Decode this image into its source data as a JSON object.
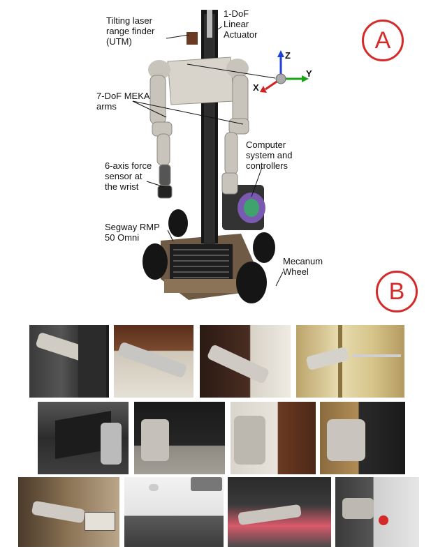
{
  "panel_labels": {
    "a": "A",
    "b": "B"
  },
  "labels": {
    "laser": "Tilting laser\nrange finder\n(UTM)",
    "actuator": "1-DoF\nLinear\nActuator",
    "arms": "7-DoF MEKA\narms",
    "computer": "Computer\nsystem and\ncontrollers",
    "force": "6-axis force\nsensor at\nthe wrist",
    "segway": "Segway RMP\n50 Omni",
    "mecanum": "Mecanum\nWheel"
  },
  "axes": {
    "z": "Z",
    "y": "Y",
    "x": "X"
  },
  "colors": {
    "badge": "#d42a2a",
    "axis_z": "#1f3fd6",
    "axis_y": "#19a319",
    "axis_x": "#d42020",
    "robot_metal": "#c9c4bb",
    "robot_dark": "#2a2a2a"
  }
}
